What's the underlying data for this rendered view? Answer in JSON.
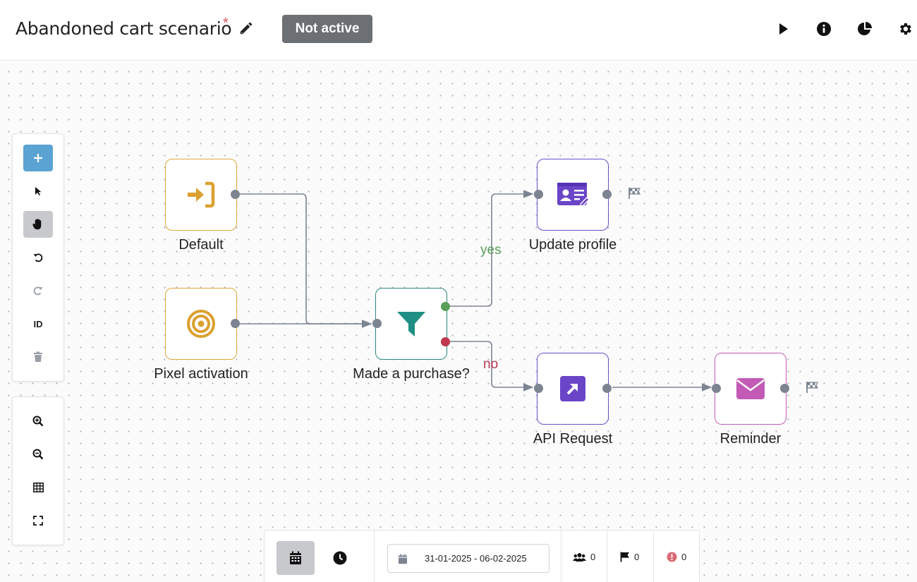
{
  "header": {
    "title": "Abandoned cart scenario",
    "unsaved_marker": "*",
    "status": "Not active"
  },
  "nodes": {
    "default": {
      "label": "Default",
      "icon": "sign-in-icon"
    },
    "pixel": {
      "label": "Pixel activation",
      "icon": "target-icon"
    },
    "condition": {
      "label": "Made a purchase?",
      "icon": "filter-icon"
    },
    "update_profile": {
      "label": "Update profile",
      "icon": "id-card-edit-icon"
    },
    "api_request": {
      "label": "API Request",
      "icon": "external-link-icon"
    },
    "reminder": {
      "label": "Reminder",
      "icon": "envelope-icon"
    }
  },
  "branches": {
    "yes": "yes",
    "no": "no"
  },
  "toolbar": {
    "id_label": "ID"
  },
  "bottombar": {
    "date_range": "31-01-2025 - 06-02-2025",
    "users_count": "0",
    "finished_count": "0",
    "errors_count": "0"
  },
  "colors": {
    "orange": "#e0a93a",
    "teal": "#2a8a7e",
    "purple": "#6b4fc9",
    "pink": "#c35bb6",
    "yes": "#5a9e5a",
    "no": "#b83a52",
    "status_badge": "#6c6f73",
    "add_button": "#5aa3d3"
  }
}
